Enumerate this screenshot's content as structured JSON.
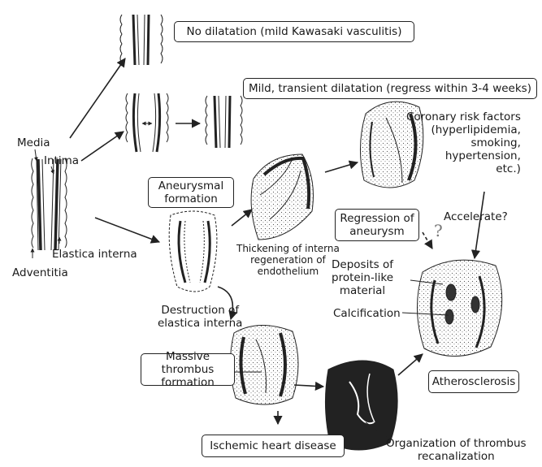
{
  "boxes": {
    "no_dilatation": "No dilatation (mild Kawasaki vasculitis)",
    "mild_dilatation": "Mild, transient dilatation (regress within 3-4 weeks)",
    "aneurysmal_formation": "Aneurysmal\nformation",
    "regression": "Regression of\naneurysm",
    "massive_thrombus": "Massive thrombus\nformation",
    "atherosclerosis": "Atherosclerosis",
    "ischemic": "Ischemic heart disease"
  },
  "labels": {
    "media": "Media",
    "intima": "Intima",
    "elastica_interna": "Elastica interna",
    "adventitia": "Adventitia",
    "coronary_risk": "Coronary risk factors\n(hyperlipidemia,\nsmoking,\nhypertension,\netc.)",
    "accelerate": "Accelerate?",
    "question_mark": "?",
    "thickening": "Thickening of interna\nregeneration of\nendothelium",
    "deposits": "Deposits of\nprotein-like\nmaterial",
    "calcification": "Calcification",
    "destruction": "Destruction of\nelastica interna",
    "organization": "Organization of thrombus\nrecanalization"
  },
  "icons": [
    "arrow-icon",
    "bidirectional-arrow-icon",
    "question-mark-icon"
  ]
}
